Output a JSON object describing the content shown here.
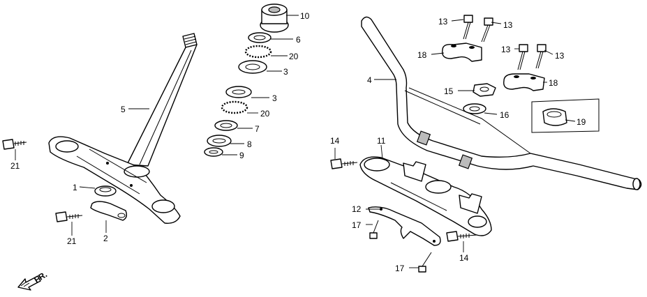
{
  "callouts": {
    "c1": "1",
    "c2": "2",
    "c3a": "3",
    "c3b": "3",
    "c4": "4",
    "c5": "5",
    "c6": "6",
    "c7": "7",
    "c8": "8",
    "c9": "9",
    "c10": "10",
    "c11": "11",
    "c12": "12",
    "c13a": "13",
    "c13b": "13",
    "c13c": "13",
    "c13d": "13",
    "c14a": "14",
    "c14b": "14",
    "c15": "15",
    "c16": "16",
    "c17a": "17",
    "c17b": "17",
    "c18a": "18",
    "c18b": "18",
    "c19": "19",
    "c20a": "20",
    "c20b": "20",
    "c21a": "21",
    "c21b": "21"
  },
  "direction_label": "FR."
}
